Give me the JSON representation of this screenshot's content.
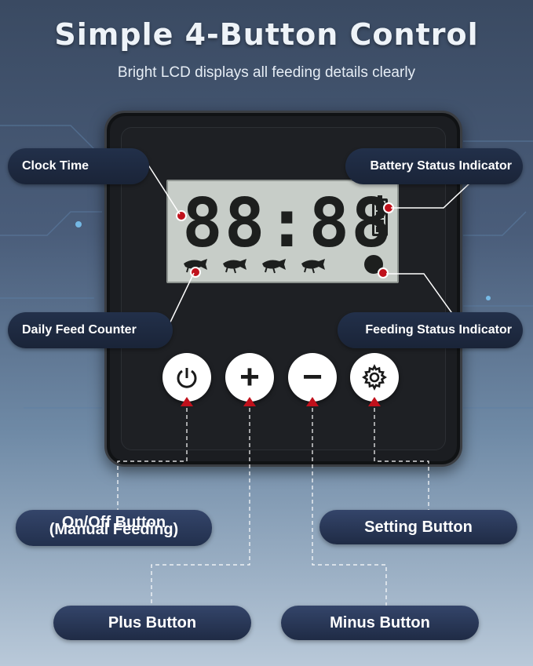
{
  "header": {
    "title": "Simple 4-Button Control",
    "subtitle": "Bright LCD displays all feeding details clearly"
  },
  "lcd": {
    "time": "88:88"
  },
  "callouts": {
    "clock_time": "Clock Time",
    "battery_status": "Battery Status Indicator",
    "daily_feed_counter": "Daily Feed Counter",
    "feeding_status": "Feeding Status Indicator"
  },
  "buttons": {
    "on_off_label_1": "On/Off Button",
    "on_off_label_2": "(Manual Feeding)",
    "setting_label": "Setting Button",
    "plus_label": "Plus Button",
    "minus_label": "Minus Button",
    "plus_symbol": "+",
    "minus_symbol": "−"
  },
  "colors": {
    "accent_red": "#c0111c",
    "label_bg": "#1a2438"
  }
}
